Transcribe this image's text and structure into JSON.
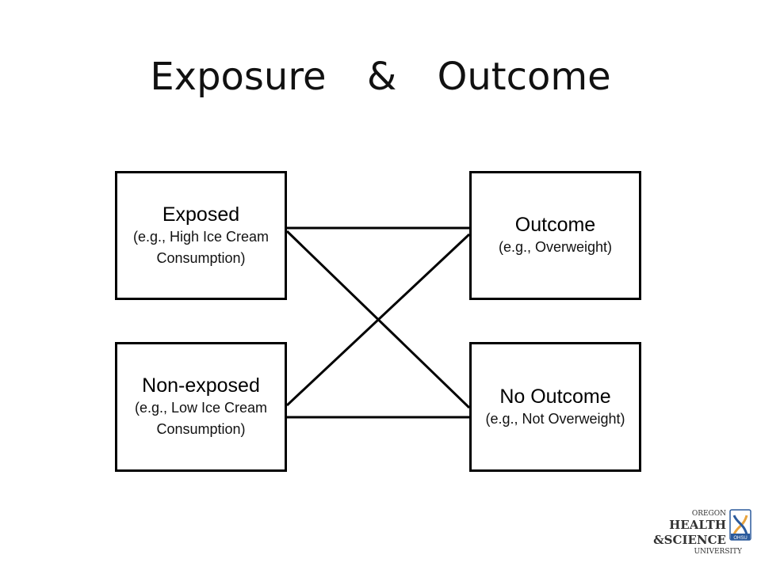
{
  "title": {
    "left": "Exposure",
    "sep": "&",
    "right": "Outcome"
  },
  "nodes": {
    "exposed": {
      "main": "Exposed",
      "sub": "(e.g., High Ice Cream Consumption)"
    },
    "non_exposed": {
      "main": "Non-exposed",
      "sub": "(e.g., Low Ice Cream Consumption)"
    },
    "outcome": {
      "main": "Outcome",
      "sub": "(e.g., Overweight)"
    },
    "no_outcome": {
      "main": "No Outcome",
      "sub": "(e.g., Not Overweight)"
    }
  },
  "edges": [
    {
      "from": "exposed",
      "to": "outcome"
    },
    {
      "from": "exposed",
      "to": "no_outcome"
    },
    {
      "from": "non_exposed",
      "to": "outcome"
    },
    {
      "from": "non_exposed",
      "to": "no_outcome"
    }
  ],
  "logo": {
    "line1": "OREGON",
    "line2": "HEALTH",
    "line3": "&SCIENCE",
    "line4": "UNIVERSITY",
    "badge": "OHSU"
  },
  "colors": {
    "border": "#000000",
    "logo_accent": "#e8a33d",
    "logo_blue": "#2b5a9c"
  }
}
